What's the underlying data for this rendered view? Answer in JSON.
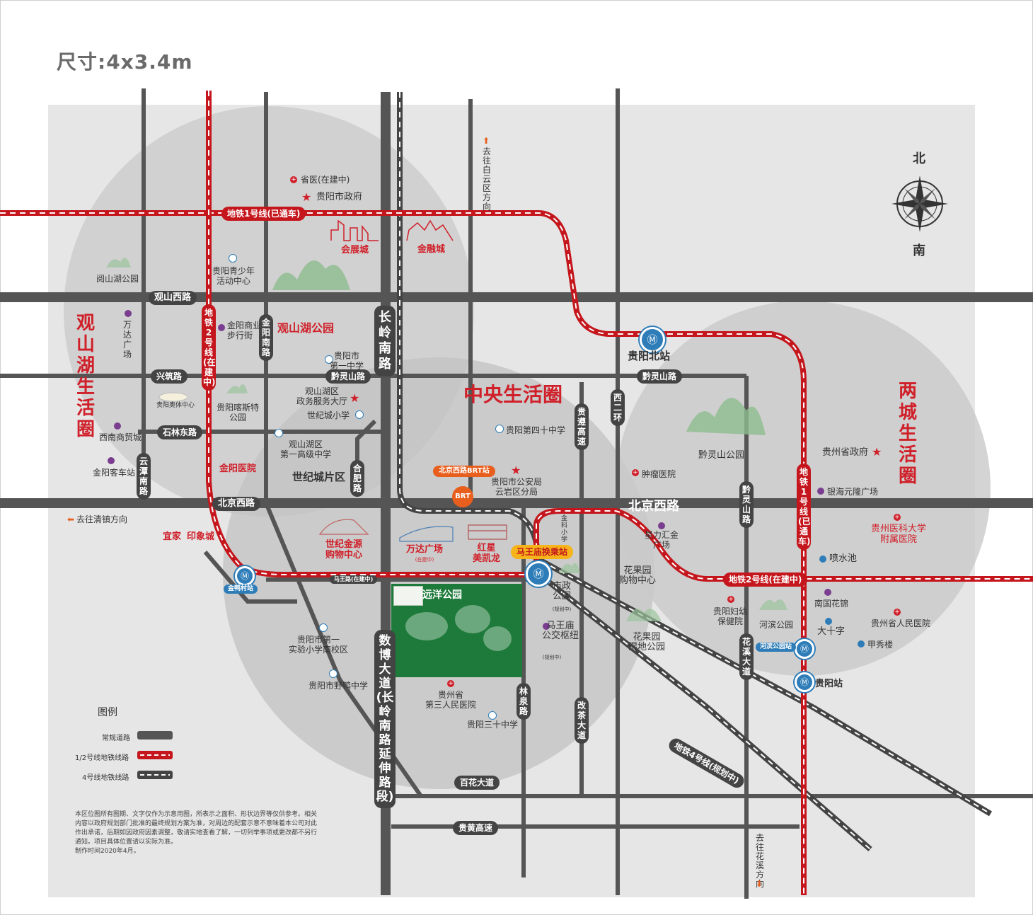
{
  "title": "尺寸:4x3.4m",
  "compass": {
    "north": "北",
    "south": "南"
  },
  "circles": {
    "guanshanhu": "观山湖\n生活圈",
    "central": "中央生活圈",
    "liangcheng": "两城\n生活圈"
  },
  "roads": {
    "guanshan_west": "观山西路",
    "beijing_west_left": "北京西路",
    "beijing_west_right": "北京西路",
    "xingzhu": "兴筑路",
    "qianling_left": "黔灵山路",
    "qianling_right": "黔灵山路",
    "shilin_east": "石林东路",
    "mawangmiao_road": "马王路(在建中)",
    "baihua": "百花大道",
    "guihuang": "贵黄高速",
    "changling_south": "长岭南路",
    "jinyang_south": "金阳南路",
    "yuntan_south": "云潭南路",
    "hefei": "合肥路",
    "guizun": "贵遵高速",
    "west_ring2": "西二环",
    "qianling_mtn_road": "黔灵山路",
    "huaxi": "花溪大道",
    "linquan": "林泉路",
    "gaicha": "改茶大道",
    "shubo": "数博大道(长岭南路延伸路段)"
  },
  "metro": {
    "line1_top": "地铁1号线(已通车)",
    "line2_left": "地铁2号线(在建中)",
    "line1_right": "地铁1号线(已通车)",
    "line2_right": "地铁2号线(在建中)",
    "line4": "地铁4号线(规划中)"
  },
  "stations": {
    "guiyang_north": "贵阳北站",
    "guiyang": "贵阳站",
    "jinya_village": "金鸭村站",
    "hebin_park": "河滨公园站",
    "mawangmiao": "马王庙换乘站",
    "brt": "北京西路BRT站",
    "brt_icon": "BRT"
  },
  "landmarks": {
    "huizhan": "会展城",
    "jinrong": "金融城",
    "guanshanhu_park": "观山湖公园",
    "shijicheng": "世纪城片区",
    "jinyang_hospital": "金阳医院",
    "yijia": "宜家",
    "yinxiang": "印象城",
    "shiji_jinyuan": "世纪金源\n购物中心",
    "wanda": "万达广场",
    "wanda_note": "(在建中)",
    "hongxing": "红星\n美凯龙",
    "yuanyang_park": "远洋公园"
  },
  "pois": {
    "provincial_hospital": "省医(在建中)",
    "city_gov": "贵阳市政府",
    "yuelake_park": "阅山湖公园",
    "youth_center": "贵阳青少年\n活动中心",
    "wanda_plaza": "万达\n广场",
    "jinyang_street": "金阳商业\n步行街",
    "olympic": "贵阳奥体中心",
    "xinan_mall": "西南商贸城",
    "jinyang_bus": "金阳客车站",
    "no1_school": "贵阳市\n第一中学",
    "gov_hall": "观山湖区\n政务服务大厅",
    "shiji_school": "世纪城小学",
    "high_school": "观山湖区\n第一高级中学",
    "kasite_park": "贵阳喀斯特\n公园",
    "no40_school": "贵阳第四十中学",
    "police": "贵阳市公安局\n云岩区分局",
    "tumor_hospital": "肿瘤医院",
    "qianling_park": "黔灵山公园",
    "province_gov": "贵州省政府",
    "yinhai": "银海元隆广场",
    "medical_univ": "贵州医科大学\n附属医院",
    "penshuichi": "喷水池",
    "nanguo": "南国花锦",
    "dashizi": "大十字",
    "provincial_people": "贵州省人民医院",
    "jiaxiu": "甲秀楼",
    "maternity": "贵阳妇幼\n保健院",
    "hebin": "河滨公园",
    "xingli": "星力汇金\n广场",
    "huaguoyuan_mall": "花果园\n购物中心",
    "huaguoyuan_wetland": "花果园\n湿地公园",
    "shizheng_park": "市政\n公园",
    "shizheng_note": "(规划中)",
    "mawangmiao_hub": "马王庙\n公交枢纽",
    "hub_note": "(规划中)",
    "jinke": "金科\n小学",
    "experimental_school": "贵阳市第一\n实验小学南校区",
    "yeya_school": "贵阳市野鸭中学",
    "third_hospital": "贵州省\n第三人民医院",
    "no30_school": "贵阳三十中学",
    "to_qingzhen": "去往清镇方向",
    "to_baiyun": "去往白云区方向",
    "to_huaxi": "去往花溪方向"
  },
  "legend": {
    "title": "图例",
    "regular": "常规道路",
    "line12": "1/2号线地铁线路",
    "line4": "4号线地铁线路"
  },
  "note": "本区位图所有图期、文字仅作为示意用图，所表示之面积、形状边界等仅供参考。相关内容以政府规划部门批准的最终规划方案为准，对周边的配套示意不意味着本公司对此作出承诺，后期如因政府因素调整，敬请实地查看了解，一切列举事项或更改都不另行通知。项目具体位置请以实际为准。\n制作时间2020年4月。",
  "colors": {
    "road": "#555555",
    "metro_red": "#c4161c",
    "background": "#e6e6e6",
    "circle": "#c8c8c8",
    "accent_red": "#d0202a",
    "park_green": "#1e7a3a"
  }
}
